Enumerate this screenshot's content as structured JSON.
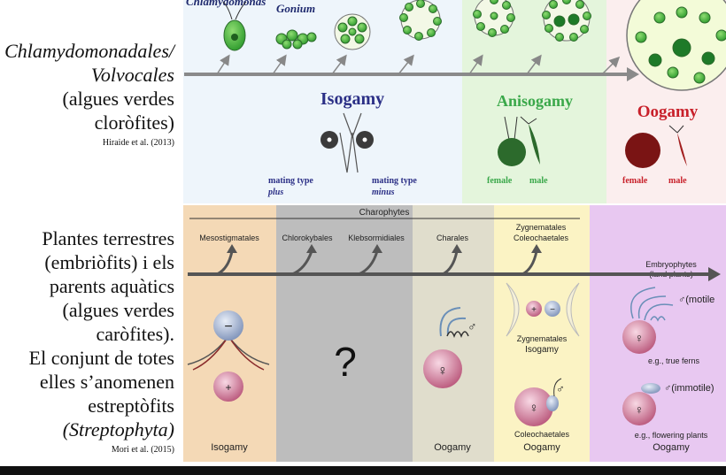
{
  "top": {
    "label_line1": "Chlamydomonadales/",
    "label_line2": "Volvocales",
    "label_line3": "(algues verdes",
    "label_line4": "cloròfites)",
    "citation": "Hiraide et al. (2013)",
    "genus_1": "Chlamydomonas",
    "genus_2": "Gonium",
    "isogamy": "Isogamy",
    "anisogamy": "Anisogamy",
    "oogamy": "Oogamy",
    "mating_type_label_1": "mating type",
    "mating_type_plus": "plus",
    "mating_type_label_2": "mating type",
    "mating_type_minus": "minus",
    "aniso_female": "female",
    "aniso_male": "male",
    "oo_female": "female",
    "oo_male": "male",
    "colors": {
      "iso_bg": "#eef5fb",
      "aniso_bg": "#e4f5dc",
      "oo_bg": "#fbeeee",
      "isogamy_text": "#2b2f86",
      "anisogamy_text": "#3aa84a",
      "oogamy_text": "#c8202a"
    }
  },
  "bottom": {
    "label_lines": [
      "Plantes terrestres",
      "(embriòfits) i els",
      "parents aquàtics",
      "(algues verdes",
      "caròfites).",
      "El conjunt de totes",
      "elles s’anomenen",
      "estreptòfits",
      "(Streptophyta)"
    ],
    "citation": "Mori et al. (2015)",
    "charophytes": "Charophytes",
    "mesostigmatales": "Mesostigmatales",
    "chlorokybales": "Chlorokybales",
    "klebsormidiales": "Klebsormidiales",
    "charales": "Charales",
    "zygnematales_header": "Zygnematales",
    "coleochaetales_header": "Coleochaetales",
    "embryophytes": "Embryophytes",
    "land_plants": "(land plants)",
    "question_mark": "?",
    "isogamy": "Isogamy",
    "oogamy_charales": "Oogamy",
    "zygnematales": "Zygnematales",
    "zyg_isogamy": "Isogamy",
    "coleochaetales": "Coleochaetales",
    "cole_oogamy": "Oogamy",
    "motile": "♂(motile",
    "true_ferns": "e.g., true ferns",
    "immotile": "♂(immotile)",
    "flowering_plants": "e.g., flowering plants",
    "emb_oogamy": "Oogamy",
    "minus": "−",
    "plus": "+",
    "male_symbol": "♂",
    "female_symbol": "♀",
    "colors": {
      "meso_bg": "#f4d9b6",
      "gray_bg": "#bdbdbd",
      "charales_bg": "#e0ddcc",
      "zyg_bg": "#fbf3c4",
      "emb_bg": "#e8c8f1"
    }
  }
}
